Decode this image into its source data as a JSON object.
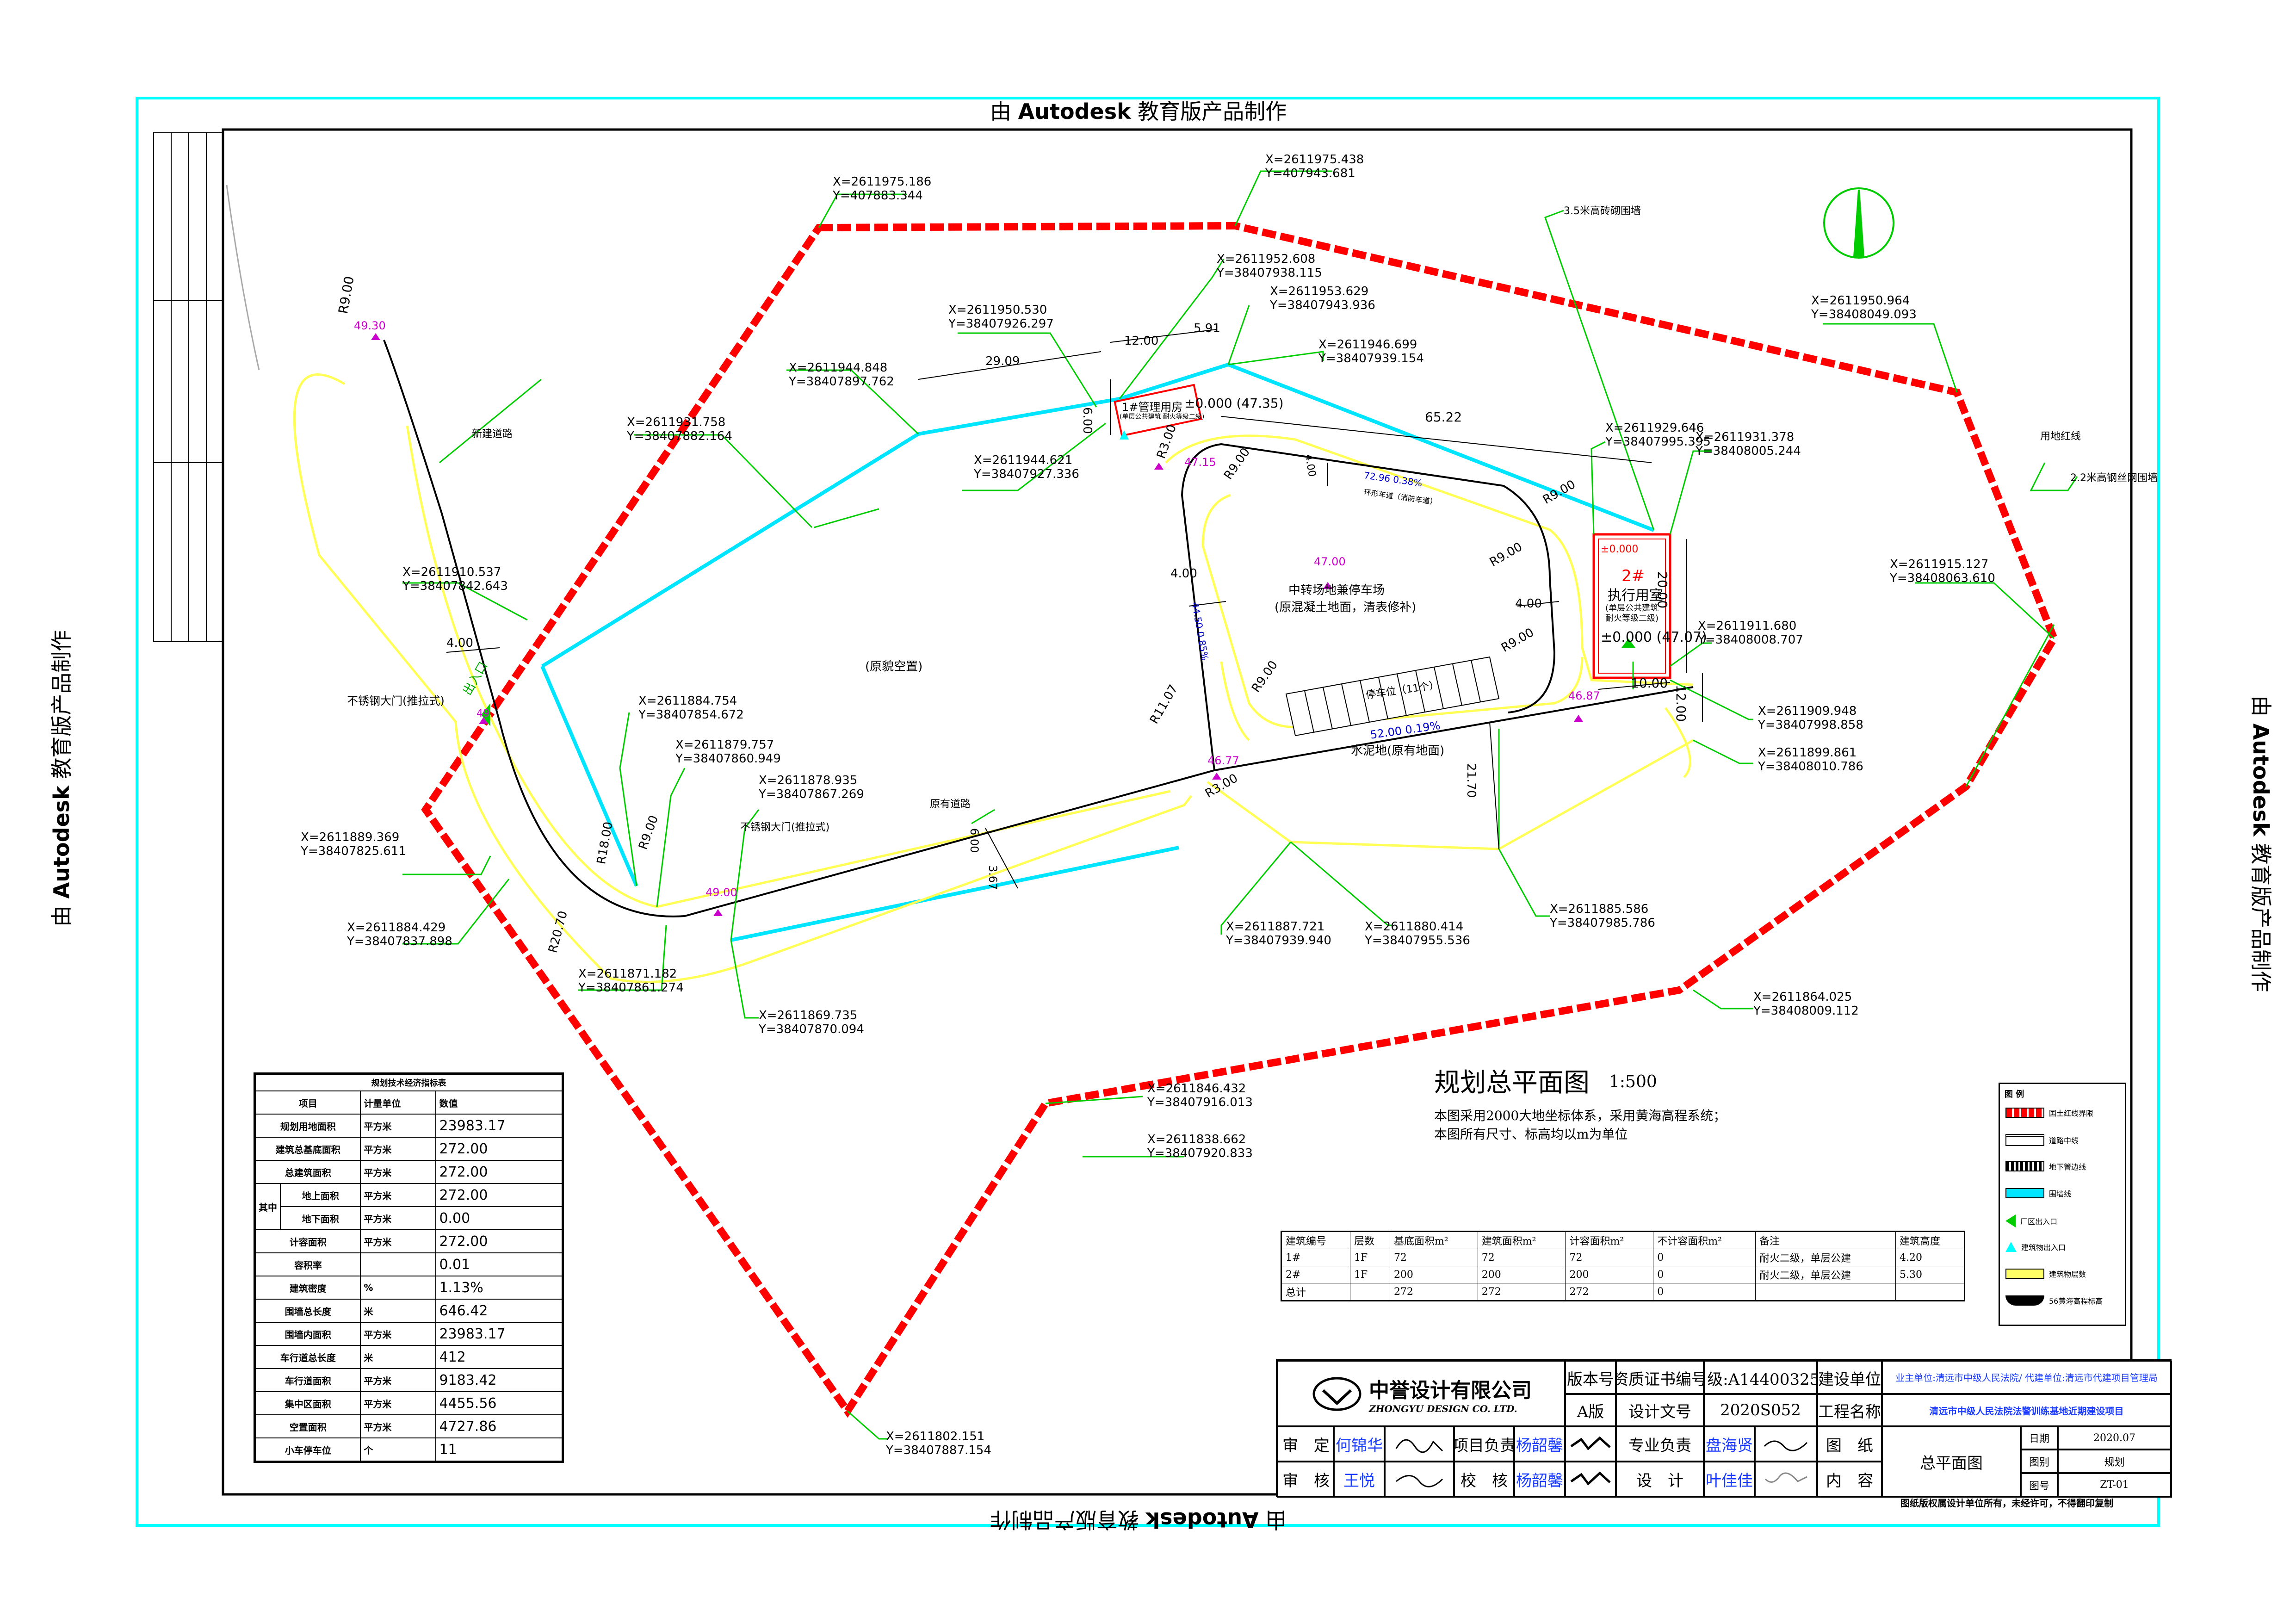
{
  "watermark": {
    "prefix": "由 ",
    "brand": "Autodesk",
    "suffix": " 教育版产品制作"
  },
  "plan": {
    "title": "规划总平面图",
    "scale": "1:500",
    "note1": "本图采用2000大地坐标体系，采用黄海高程系统；",
    "note2": "本图所有尺寸、标高均以m为单位"
  },
  "coords": [
    {
      "x": "X=2611975.186",
      "y": "Y=407883.344"
    },
    {
      "x": "X=2611975.438",
      "y": "Y=407943.681"
    },
    {
      "x": "X=2611952.608",
      "y": "Y=38407938.115"
    },
    {
      "x": "X=2611953.629",
      "y": "Y=38407943.936"
    },
    {
      "x": "X=2611950.530",
      "y": "Y=38407926.297"
    },
    {
      "x": "X=2611946.699",
      "y": "Y=38407939.154"
    },
    {
      "x": "X=2611944.848",
      "y": "Y=38407897.762"
    },
    {
      "x": "X=2611950.964",
      "y": "Y=38408049.093"
    },
    {
      "x": "X=2611931.758",
      "y": "Y=38407882.164"
    },
    {
      "x": "X=2611944.621",
      "y": "Y=38407927.336"
    },
    {
      "x": "X=2611929.646",
      "y": "Y=38407995.395"
    },
    {
      "x": "X=2611931.378",
      "y": "Y=38408005.244"
    },
    {
      "x": "X=2611910.537",
      "y": "Y=38407842.643"
    },
    {
      "x": "X=2611915.127",
      "y": "Y=38408063.610"
    },
    {
      "x": "X=2611911.680",
      "y": "Y=38408008.707"
    },
    {
      "x": "X=2611884.754",
      "y": "Y=38407854.672"
    },
    {
      "x": "X=2611909.948",
      "y": "Y=38407998.858"
    },
    {
      "x": "X=2611879.757",
      "y": "Y=38407860.949"
    },
    {
      "x": "X=2611899.861",
      "y": "Y=38408010.786"
    },
    {
      "x": "X=2611878.935",
      "y": "Y=38407867.269"
    },
    {
      "x": "X=2611889.369",
      "y": "Y=38407825.611"
    },
    {
      "x": "X=2611885.586",
      "y": "Y=38407985.786"
    },
    {
      "x": "X=2611884.429",
      "y": "Y=38407837.898"
    },
    {
      "x": "X=2611887.721",
      "y": "Y=38407939.940"
    },
    {
      "x": "X=2611880.414",
      "y": "Y=38407955.536"
    },
    {
      "x": "X=2611871.182",
      "y": "Y=38407861.274"
    },
    {
      "x": "X=2611869.735",
      "y": "Y=38407870.094"
    },
    {
      "x": "X=2611864.025",
      "y": "Y=38408009.112"
    },
    {
      "x": "X=2611846.432",
      "y": "Y=38407916.013"
    },
    {
      "x": "X=2611838.662",
      "y": "Y=38407920.833"
    },
    {
      "x": "X=2611802.151",
      "y": "Y=38407887.154"
    }
  ],
  "labels": {
    "wall_35": "3.5米高砖砌围墙",
    "wall_22": "2.2米高钢丝网围墙",
    "land_line": "用地红线",
    "new_road": "新建道路",
    "orig_road": "原有道路",
    "gate1": "不锈钢大门(推拉式)",
    "gate2": "不锈钢大门(推拉式)",
    "exit": "出入口",
    "empty": "(原貌空置)",
    "parking_name": "中转场地兼停车场",
    "parking_sub": "(原混凝土地面，清表修补)",
    "parking_slots": "停车位（11个）",
    "cement": "水泥地(原有地面)",
    "b1_name": "1#管理用房",
    "b1_elev": "±0.000 (47.35)",
    "b1_sub": "(单层公共建筑 耐火等级二级)",
    "b2_name": "2#",
    "b2_line2": "执行用室",
    "b2_sub1": "(单层公共建筑",
    "b2_sub2": "耐火等级二级)",
    "b2_elev": "±0.000 (47.07)",
    "ring_road": "环形车道（消防车道）",
    "road_slope1": "72.96  0.38%",
    "road_slope2": "52.00  0.19%",
    "road_slope3": "44.50 0.85%",
    "e47_15": "47.15",
    "e47_00": "47.00",
    "e46_87": "46.87",
    "e46_77": "46.77",
    "e49_00": "49.00",
    "e49_30": "49.30",
    "e49": "49",
    "d12_00": "12.00",
    "d5_91": "5.91",
    "d29_09": "29.09",
    "d6_00": "6.00",
    "d65_22": "65.22",
    "d20_00": "20.00",
    "d10_00": "10.00",
    "d12_00b": "12.00",
    "d4_00a": "4.00",
    "d4_00b": "4.00",
    "d4_00c": "4.00",
    "d4_00d": "4.00",
    "d21_70": "21.70",
    "d6_00b": "6.00",
    "d3_67": "3.67",
    "r9_00a": "R9.00",
    "r9_00b": "R9.00",
    "r9_00c": "R9.00",
    "r9_00d": "R9.00",
    "r9_00e": "R9.00",
    "r9_00f": "R9.00",
    "r9_00g": "R9.00",
    "r3_00a": "R3.00",
    "r3_00b": "R3.00",
    "r11_07": "R11.07",
    "r18_00": "R18.00",
    "r20_70": "R20.70",
    "b2_elev_top": "±0.000"
  },
  "econ": {
    "title": "规划技术经济指标表",
    "head": [
      "项目",
      "计量单位",
      "数值"
    ],
    "rows": [
      {
        "name": "规划用地面积",
        "unit": "平方米",
        "value": "23983.17"
      },
      {
        "name": "建筑总基底面积",
        "unit": "平方米",
        "value": "272.00"
      },
      {
        "name": "总建筑面积",
        "unit": "平方米",
        "value": "272.00"
      },
      {
        "name": "地上面积",
        "unit": "平方米",
        "value": "272.00"
      },
      {
        "name": "地下面积",
        "unit": "平方米",
        "value": "0.00"
      },
      {
        "name": "计容面积",
        "unit": "平方米",
        "value": "272.00"
      },
      {
        "name": "容积率",
        "unit": "",
        "value": "0.01"
      },
      {
        "name": "建筑密度",
        "unit": "%",
        "value": "1.13%"
      },
      {
        "name": "围墙总长度",
        "unit": "米",
        "value": "646.42"
      },
      {
        "name": "围墙内面积",
        "unit": "平方米",
        "value": "23983.17"
      },
      {
        "name": "车行道总长度",
        "unit": "米",
        "value": "412"
      },
      {
        "name": "车行道面积",
        "unit": "平方米",
        "value": "9183.42"
      },
      {
        "name": "集中区面积",
        "unit": "平方米",
        "value": "4455.56"
      },
      {
        "name": "空置面积",
        "unit": "平方米",
        "value": "4727.86"
      },
      {
        "name": "小车停车位",
        "unit": "个",
        "value": "11"
      }
    ],
    "group_label": "其中"
  },
  "buildings": {
    "head": [
      "建筑编号",
      "层数",
      "基底面积m²",
      "建筑面积m²",
      "计容面积m²",
      "不计容面积m²",
      "备注",
      "建筑高度"
    ],
    "rows": [
      [
        "1#",
        "1F",
        "72",
        "72",
        "72",
        "0",
        "耐火二级，单层公建",
        "4.20"
      ],
      [
        "2#",
        "1F",
        "200",
        "200",
        "200",
        "0",
        "耐火二级，单层公建",
        "5.30"
      ],
      [
        "总计",
        "",
        "272",
        "272",
        "272",
        "0",
        "",
        ""
      ]
    ]
  },
  "legend": {
    "title": "图 例",
    "items": [
      "国土红线界限",
      "道路中线",
      "地下管边线",
      "围墙线",
      "厂区出入口",
      "建筑物出入口",
      "建筑物层数",
      "56黄海高程标高"
    ]
  },
  "titleblock": {
    "company": "中誉设计有限公司",
    "company_en": "ZHONGYU DESIGN CO. LTD.",
    "version_lbl": "版本号",
    "version": "A版",
    "cert_lbl": "资质证书编号",
    "cert": "甲级:A144003251",
    "design_no_lbl": "设计文号",
    "design_no": "2020S052",
    "client_lbl": "建设单位",
    "client": "业主单位:清远市中级人民法院/ 代建单位:清远市代建项目管理局",
    "project_lbl": "工程名称",
    "project": "清远市中级人民法院法警训练基地近期建设项目",
    "approve_lbl": "审　定",
    "approve": "何锦华",
    "pm_lbl": "项目负责",
    "pm": "杨韶馨",
    "discipline_lbl": "专业负责",
    "discipline": "盘海贤",
    "drawing_lbl": "图　纸",
    "content_lbl": "内　容",
    "drawing_name": "总平面图",
    "review_lbl": "审　核",
    "review": "王悦",
    "check_lbl": "校　核",
    "check": "杨韶馨",
    "design_lbl": "设　计",
    "design": "叶佳佳",
    "date_lbl": "日期",
    "date": "2020.07",
    "stage_lbl": "图别",
    "stage": "规划",
    "sheet_lbl": "图号",
    "sheet": "ZT-01",
    "footer": "图纸版权属设计单位所有，未经许可，不得翻印复制"
  },
  "colors": {
    "redline": "#ff0000",
    "leader": "#00cc00",
    "wall": "#00ffff",
    "road_edge": "#ffff66",
    "magenta": "#cc00cc",
    "frame": "#00ffff"
  }
}
